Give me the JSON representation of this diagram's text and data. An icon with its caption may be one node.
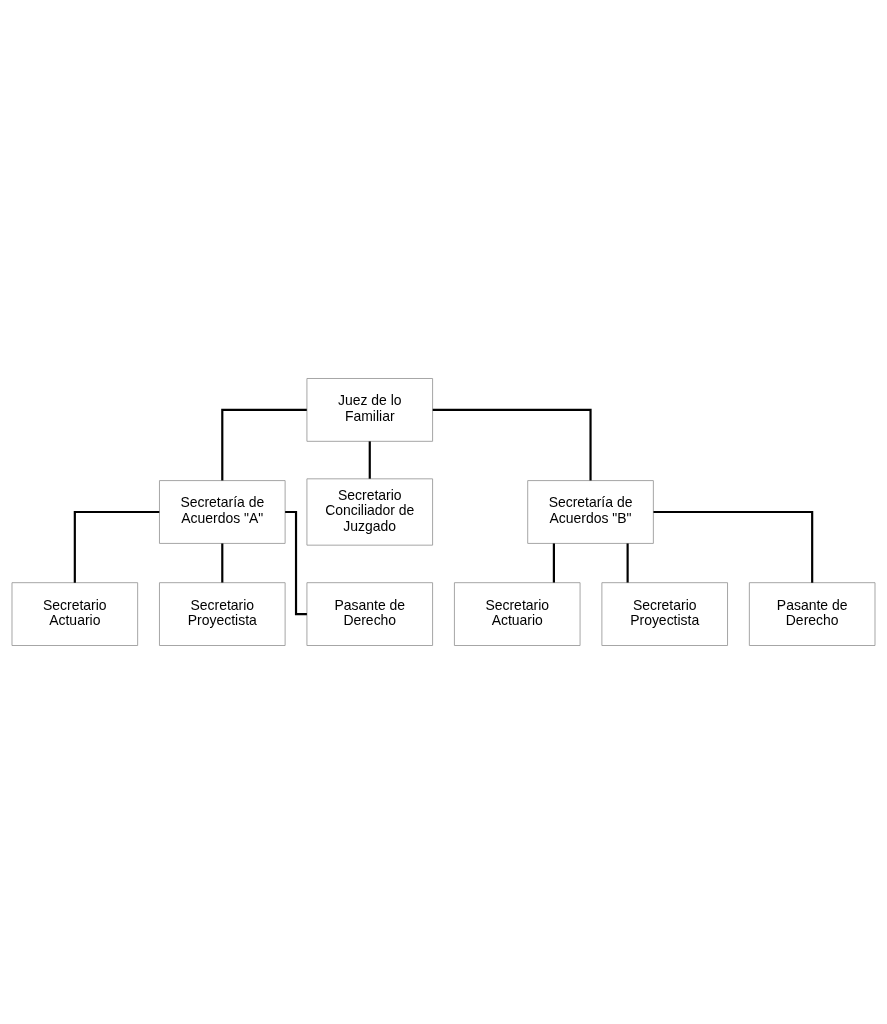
{
  "diagram": {
    "nodes": [
      {
        "text": [
          "Juez de lo Familiar"
        ]
      },
      {
        "text": [
          "Secretaría de Acuerdos \"A\""
        ]
      },
      {
        "text": [
          "Secretario Conciliador de Juzgado"
        ]
      },
      {
        "text": [
          "Secretaría de Acuerdos \"B\""
        ]
      },
      {
        "text": [
          "Secretario Actuario"
        ]
      },
      {
        "text": [
          "Secretario Proyectista"
        ]
      },
      {
        "text": [
          "Pasante de Derecho"
        ]
      },
      {
        "text": [
          "Secretario Actuario"
        ]
      },
      {
        "text": [
          "Secretario Proyectista"
        ]
      },
      {
        "text": [
          "Pasante de Derecho"
        ]
      }
    ],
    "edges": [
      {
        "from": 0,
        "to": 1,
        "arrow": "none"
      },
      {
        "from": 0,
        "to": 2,
        "arrow": "none"
      },
      {
        "from": 0,
        "to": 3,
        "arrow": "none"
      },
      {
        "from": 1,
        "to": 4,
        "arrow": "none"
      },
      {
        "from": 1,
        "to": 5,
        "arrow": "none"
      },
      {
        "from": 1,
        "to": 6,
        "arrow": "none"
      },
      {
        "from": 3,
        "to": 7,
        "arrow": "none"
      },
      {
        "from": 3,
        "to": 8,
        "arrow": "none"
      },
      {
        "from": 3,
        "to": 9,
        "arrow": "none"
      }
    ]
  }
}
